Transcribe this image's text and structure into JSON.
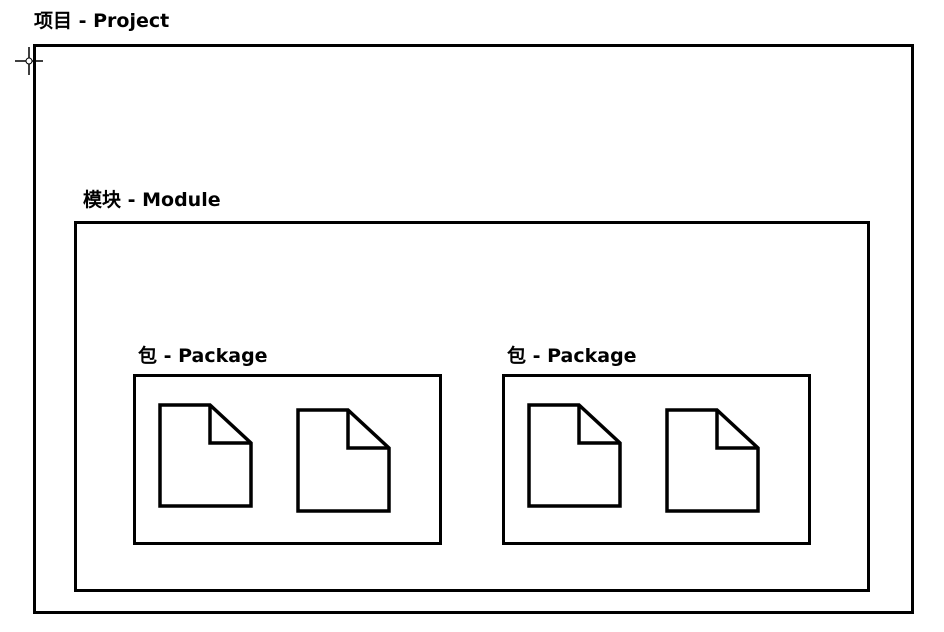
{
  "project": {
    "label": "项目 - Project"
  },
  "module": {
    "label": "模块 - Module"
  },
  "packages": [
    {
      "label": "包 - Package",
      "file_count": 2
    },
    {
      "label": "包 - Package",
      "file_count": 2
    }
  ],
  "icons": {
    "file": "file-icon",
    "cursor": "crosshair-cursor-icon"
  },
  "colors": {
    "stroke": "#000000",
    "background": "#ffffff"
  }
}
